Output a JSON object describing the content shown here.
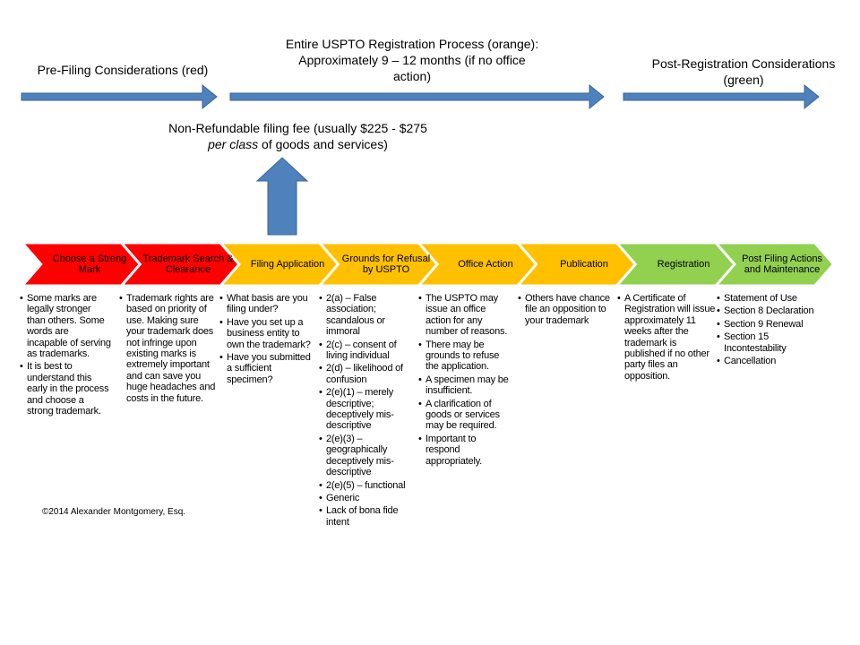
{
  "phases": {
    "pre_filing": "Pre-Filing Considerations (red)",
    "registration_process_line1": "Entire USPTO Registration Process (orange):",
    "registration_process_line2": "Approximately 9 – 12 months (if no office",
    "registration_process_line3": "action)",
    "post_registration_line1": "Post-Registration Considerations",
    "post_registration_line2": "(green)"
  },
  "fee": {
    "line1": "Non-Refundable filing fee (usually $225 - $275",
    "line2_italic": "per class",
    "line2_rest": " of goods and services)"
  },
  "colors": {
    "red": "#ff0000",
    "orange": "#ffc000",
    "green": "#92d050",
    "arrow_blue": "#4f81bd",
    "arrow_blue_border": "#3a6597"
  },
  "steps": [
    {
      "label": "Choose a Strong Mark",
      "color": "red"
    },
    {
      "label": "Trademark Search & Clearance",
      "color": "red"
    },
    {
      "label": "Filing Application",
      "color": "orange"
    },
    {
      "label": "Grounds for Refusal by USPTO",
      "color": "orange"
    },
    {
      "label": "Office Action",
      "color": "orange"
    },
    {
      "label": "Publication",
      "color": "orange"
    },
    {
      "label": "Registration",
      "color": "green"
    },
    {
      "label": "Post Filing Actions and Maintenance",
      "color": "green"
    }
  ],
  "columns": [
    [
      "Some marks are legally stronger than others. Some words are incapable of serving as trademarks.",
      "It is best to understand this early in the process and choose a strong trademark."
    ],
    [
      "Trademark rights are based on priority of use. Making sure your trademark does not infringe upon existing marks is extremely important and can save you huge headaches and costs in the future."
    ],
    [
      "What basis are you filing under?",
      "Have you set up a business entity to own the trademark?",
      "Have you submitted a sufficient specimen?"
    ],
    [
      "2(a) – False association; scandalous or immoral",
      "2(c) – consent of living individual",
      "2(d) – likelihood of confusion",
      "2(e)(1) – merely descriptive; deceptively mis-descriptive",
      "2(e)(3) – geographically deceptively mis-descriptive",
      "2(e)(5) – functional",
      "Generic",
      "Lack of bona fide intent"
    ],
    [
      "The USPTO may issue an office action for any number of reasons.",
      "There may be grounds to refuse the application.",
      "A specimen may be insufficient.",
      "A clarification of goods or services may be required.",
      "Important to respond appropriately."
    ],
    [
      "Others have chance file an opposition to your trademark"
    ],
    [
      "A Certificate of Registration will issue approximately 11 weeks after the trademark is published if no other party files an opposition."
    ],
    [
      "Statement of Use",
      "Section 8 Declaration",
      "Section 9 Renewal",
      "Section 15 Incontestability",
      "Cancellation"
    ]
  ],
  "copyright": "©2014 Alexander Montgomery, Esq."
}
